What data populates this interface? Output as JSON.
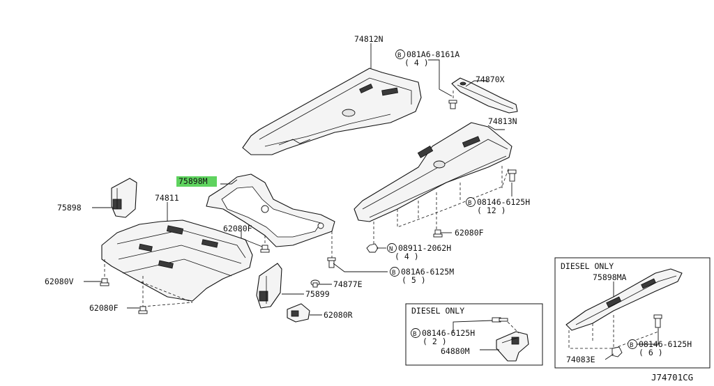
{
  "diagram_id": "J74701CG",
  "highlight_color": "#5fd35f",
  "labels": {
    "p74812N": "74812N",
    "b081A6_8161A": "081A6-8161A",
    "q4a": "( 4 )",
    "p74870X": "74870X",
    "p74813N": "74813N",
    "b08146_6125H_top": "08146-6125H",
    "q12": "( 12 )",
    "p62080F_right": "62080F",
    "n08911_2062H": "08911-2062H",
    "q4b": "( 4 )",
    "b081A6_6125M": "081A6-6125M",
    "q5": "( 5 )",
    "p75898M": "75898M",
    "p75898": "75898",
    "p74811": "74811",
    "p62080F_mid": "62080F",
    "p62080V": "62080V",
    "p62080F_left": "62080F",
    "p74877E": "74877E",
    "p75899": "75899",
    "p62080R": "62080R",
    "diesel1_title": "DIESEL ONLY",
    "b08146_6125H_d1": "08146-6125H",
    "q2": "( 2 )",
    "p64880M": "64880M",
    "diesel2_title": "DIESEL ONLY",
    "p75898MA": "75898MA",
    "b08146_6125H_d2": "08146-6125H",
    "q6": "( 6 )",
    "p74083E": "74083E"
  },
  "markers": {
    "bolt_b": "B",
    "nut_n": "N"
  }
}
